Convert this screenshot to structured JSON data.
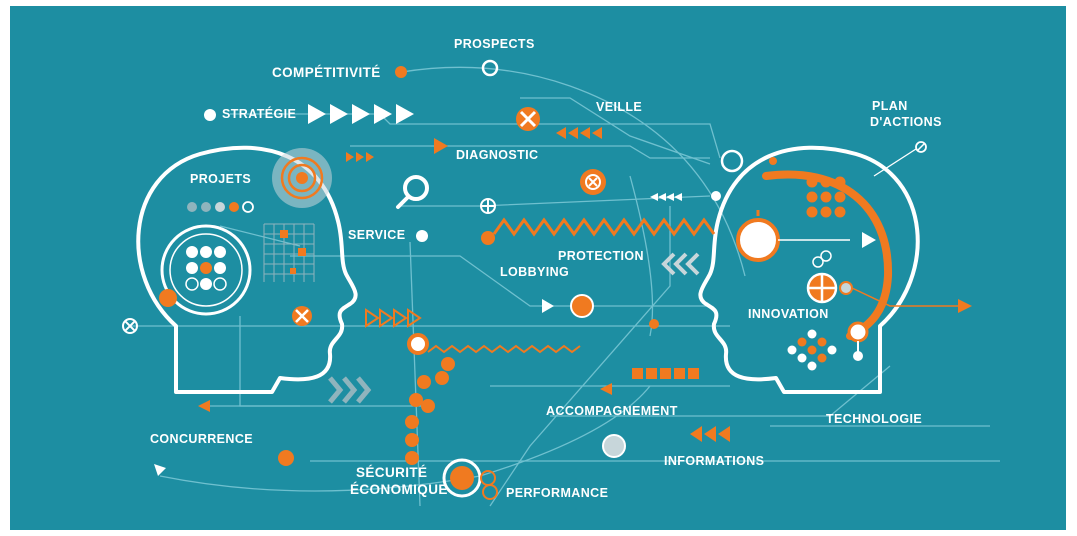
{
  "colors": {
    "background": "#1d8ea2",
    "line": "#ffffff",
    "faint_line": "#6fc0cf",
    "accent": "#f07a20",
    "grey": "#c7d6da"
  },
  "icons": [
    "left-head-outline",
    "right-head-outline",
    "target-icon",
    "cross-circle-icon",
    "grid-icon",
    "arrowheads-icon",
    "chevrons-icon",
    "zigzag-line",
    "magnifier-icon",
    "plus-circle-icon",
    "dots-cluster-icon",
    "blocks-icon"
  ],
  "labels": {
    "prospects": "PROSPECTS",
    "competitivite": "COMPÉTITIVITÉ",
    "strategie": "STRATÉGIE",
    "veille": "VEILLE",
    "plan_actions_1": "PLAN",
    "plan_actions_2": "D'ACTIONS",
    "diagnostic": "DIAGNOSTIC",
    "projets": "PROJETS",
    "service": "SERVICE",
    "protection": "PROTECTION",
    "lobbying": "LOBBYING",
    "innovation": "INNOVATION",
    "accompagnement": "ACCOMPAGNEMENT",
    "technologie": "TECHNOLOGIE",
    "concurrence": "CONCURRENCE",
    "informations": "INFORMATIONS",
    "securite_1": "SÉCURITÉ",
    "securite_2": "ÉCONOMIQUE",
    "performance": "PERFORMANCE"
  }
}
